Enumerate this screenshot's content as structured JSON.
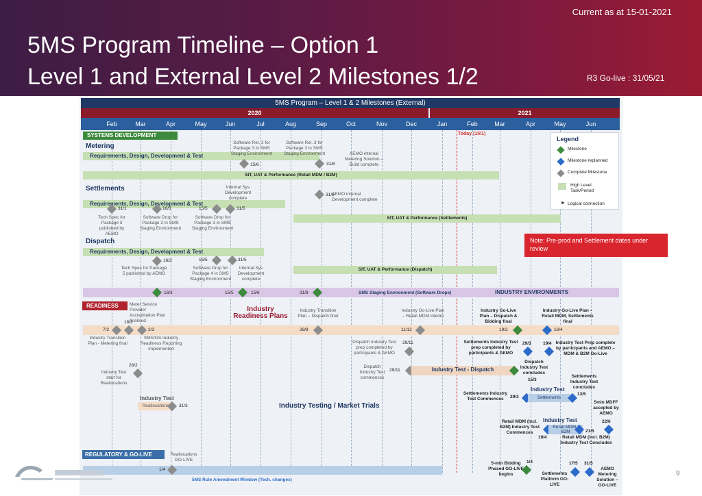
{
  "header": {
    "current": "Current as at 15-01-2021",
    "title_line1": "5MS Program Timeline – Option 1",
    "title_line2": "Level 1 and External Level 2 Milestones 1/2",
    "golive": "R3 Go-live : 31/05/21"
  },
  "chart_header": {
    "main": "5MS Program – Level 1 & 2 Milestones (External)",
    "year1": "2020",
    "year2": "2021",
    "months": [
      "Feb",
      "Mar",
      "Apr",
      "May",
      "Jun",
      "Jul",
      "Aug",
      "Sep",
      "Oct",
      "Nov",
      "Dec",
      "Jan",
      "Feb",
      "Mar",
      "Apr",
      "May",
      "Jun"
    ],
    "today": "Today (15/1)"
  },
  "sections": {
    "systems": "SYSTEMS DEVELOPMENT",
    "readiness": "READINESS",
    "regulatory": "REGULATORY & GO-LIVE"
  },
  "systems": {
    "metering": "Metering",
    "metering_req": "Requirements, Design, Development & Test",
    "sw_rel2": "Software Rel. 2 for Package 3 in SMS Staging Environment",
    "sw_rel3": "Software Rel. 3 for Package 3 in SMS Staging Environment",
    "aemo_meter": "AEMO internal Metering Solution – Build complete",
    "d15_6": "15/6",
    "d31_8a": "31/8",
    "sit_metering": "SIT, UAT & Performance (Retail MDM / B2M)",
    "settlements": "Settlements",
    "internal_sys": "Internal Sys Development complete",
    "aemo_internal": "AEMO internal Development complete",
    "d31_8b": "31/8",
    "settle_req": "Requirements, Design, Development & Test",
    "d31_1": "31/1",
    "d16_3": "16/3",
    "d15_5": "15/5",
    "d31_5": "31/5",
    "tech_spec3": "Tech Spec for Package 3 published by AEMO",
    "sw_drop2": "Software Drop for Package 2 in SMS Staging Environment",
    "sw_drop3": "Software Drop for Package 3 in SMS Staging Environment",
    "sit_settle": "SIT, UAT & Performance (Settlements)",
    "dispatch": "Dispatch",
    "dispatch_req": "Requirements, Design, Development & Test",
    "d16_3b": "16/3",
    "d15_5b": "15/5",
    "d31_5b": "31/5",
    "tech_spec5": "Tech Spec for Package 5 published by AEMO",
    "sw_drop4": "Software Drop for Package 4 in SMS Staging Environment",
    "internal_sys2": "Internal Sys Development complete",
    "sit_dispatch": "SIT, UAT & Performance (Dispatch)",
    "d16_3c": "16/3",
    "d15_5c": "15/5",
    "d15_6c": "15/6",
    "d31_8c": "31/8",
    "sms_staging": "SMS Staging Environment (Software Drops)",
    "industry_env": "INDUSTRY ENVIRONMENTS"
  },
  "readiness": {
    "meter_service": "Meter Service Provider Accreditation Plan finalised",
    "d18_2": "18/2",
    "industry_readiness": "Industry Readiness Plans",
    "transition_plan": "Industry Transition Plan – Dispatch final",
    "golive_retail": "Industry Go-Live Plan – Retail MDM interim",
    "golive_dispatch": "Industry Go-Live Plan – Dispatch & Bidding final",
    "golive_retail_final": "Industry Go-Live Plan – Retail MDM, Settlements final",
    "d7_2": "7/2",
    "d2_3": "2/3",
    "d28_8": "28/8",
    "d11_12": "11/12",
    "d19_3": "19/3",
    "d16_4": "16/4",
    "transition_metering": "Industry Transition Plan - Metering final",
    "sms_gs": "SMS/GS Industry Readiness Reporting implemented",
    "dispatch_prep": "Dispatch Industry Test prep completed by participants & AEMO",
    "d29_11": "29/11",
    "settle_prep": "Settlements Industry Test prep completed by participants & AEMO",
    "d29_3": "29/3",
    "d19_4": "19/4",
    "industry_prep": "Industry Test Prep complete by participants and AEMO – MDM & B2M Go-Live",
    "d28_2": "28/2",
    "reallocation_start": "Industry Test start for Reallocations",
    "dispatch_commences": "Dispatch Industry Test commences",
    "d29_11b": "29/11",
    "industry_test_dispatch": "Industry Test - Dispatch",
    "dispatch_concludes": "Dispatch Industry Test concludes",
    "d15_3": "15/3",
    "settle_concludes": "Settlements Industry Test concludes",
    "d13_5": "13/5",
    "industry_test": "Industry Test",
    "reallocations": "Reallocations",
    "d31_3": "31/3",
    "testing_trials": "Industry Testing / Market Trials",
    "settle_commences": "Settlements Industry Test Commences",
    "d29_3b": "29/3",
    "industry_test_settle": "Industry Test",
    "settlements_bar": "Settlements",
    "mdff": "5min MDFF accepted by AEMO",
    "d22_6": "22/6",
    "retail_commences": "Retail MDM (incl. B2M) Industry Test Commences",
    "industry_test_retail": "Industry Test",
    "retail_bar": "Retail MDM / B2M",
    "d19_4b": "19/4",
    "d21_5": "21/5",
    "retail_concludes": "Retail MDM (incl. B2M) Industry Test Concludes"
  },
  "regulatory": {
    "reallocations_golive": "Reallocations GO-LIVE",
    "d1_4": "1/4",
    "rule_window": "5MS Rule Amendment Window (Tech. changes)",
    "bidding": "5-min Bidding Phased GO-LIVE begins",
    "d1_4b": "1/4",
    "d17_5": "17/5",
    "d31_5": "31/5",
    "settle_platform": "Settlements Platform GO-LIVE",
    "aemo_metering": "AEMO Metering Solution – GO-LIVE"
  },
  "legend": {
    "title": "Legend",
    "milestone": "Milestone",
    "replanned": "Milestone replanned",
    "complete": "Complete Milestone",
    "high_level": "High Level Task/Period",
    "logical": "Logical connection"
  },
  "note": "Note:  Pre-prod and Settlement dates under review",
  "page_number": "9",
  "colors": {
    "banner": "#5a1b45",
    "navy": "#1f3864",
    "year": "#8b1a2b",
    "milestone_blue": "#2d6bc9",
    "complete_gray": "#8c8c8c",
    "complete_green": "#3c8a3c"
  }
}
